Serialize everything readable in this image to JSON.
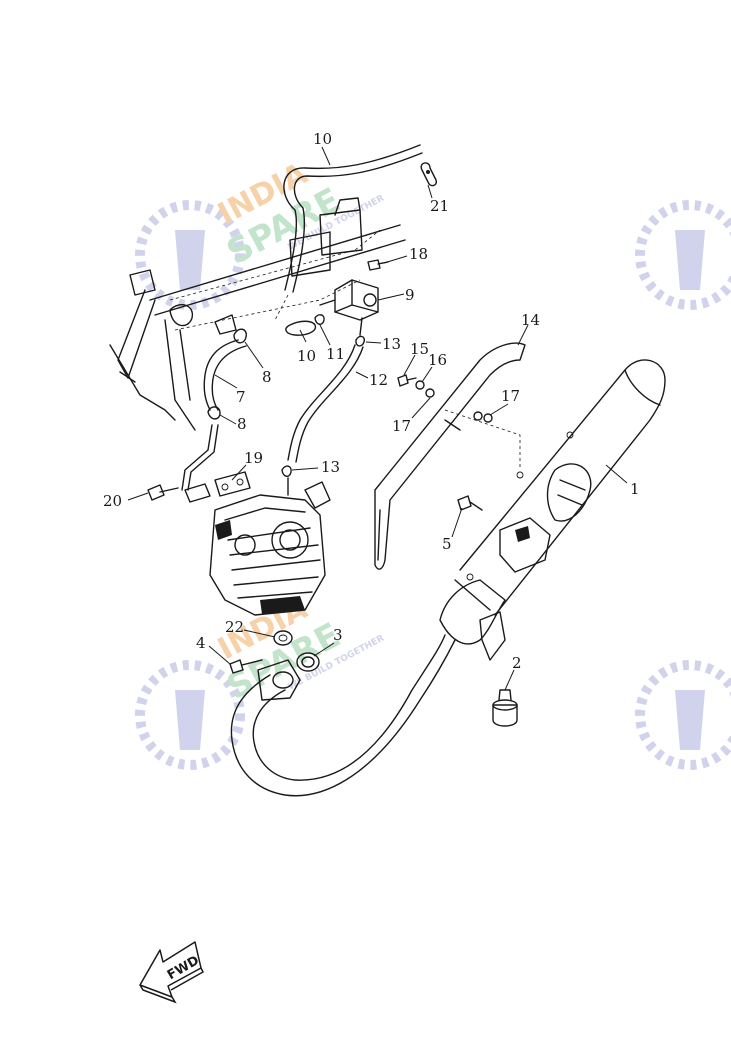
{
  "watermark": {
    "line1": "INDIA",
    "line2": "SPARE",
    "tagline": "WE BUILD TOGETHER",
    "colors": {
      "orange": "#f6c99a",
      "green": "#b7e0c3",
      "icon": "#c9cbe8"
    }
  },
  "callouts": [
    "10",
    "21",
    "18",
    "9",
    "13",
    "14",
    "15",
    "16",
    "11",
    "10",
    "8",
    "7",
    "12",
    "17",
    "17",
    "8",
    "19",
    "13",
    "1",
    "20",
    "5",
    "22",
    "3",
    "4",
    "2"
  ],
  "fwd_arrow": {
    "label": "FWD"
  },
  "colors": {
    "line": "#1a1a1a",
    "background": "#ffffff"
  }
}
